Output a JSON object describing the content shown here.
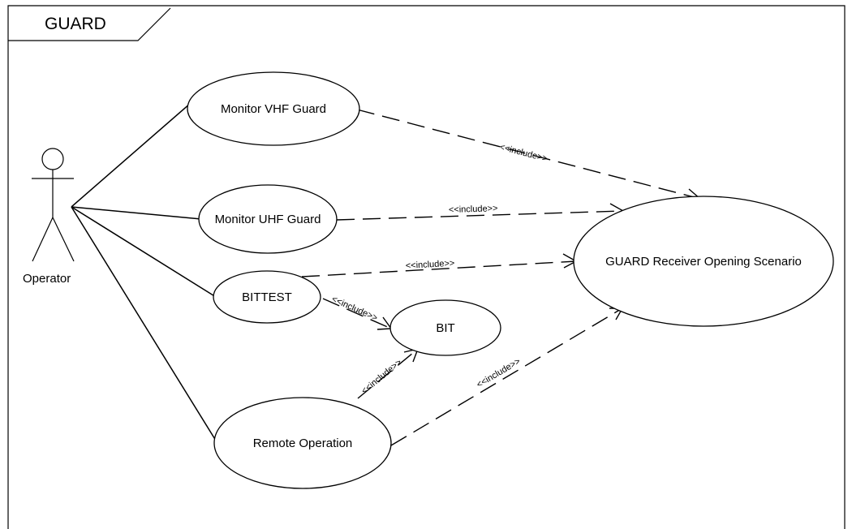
{
  "frame": {
    "title": "GUARD"
  },
  "actor": {
    "name": "Operator"
  },
  "use_cases": {
    "monitor_vhf": "Monitor VHF Guard",
    "monitor_uhf": "Monitor UHF Guard",
    "bittest": "BITTEST",
    "bit": "BIT",
    "remote": "Remote Operation",
    "guard_rx": "GUARD Receiver Opening Scenario"
  },
  "relations": {
    "vhf_include": "<<include>>",
    "uhf_include": "<<include>>",
    "bittest_guard_include": "<<include>>",
    "bittest_bit_include": "<<include>>",
    "remote_bit_include": "<<include>>",
    "remote_guard_include": "<<include>>"
  }
}
